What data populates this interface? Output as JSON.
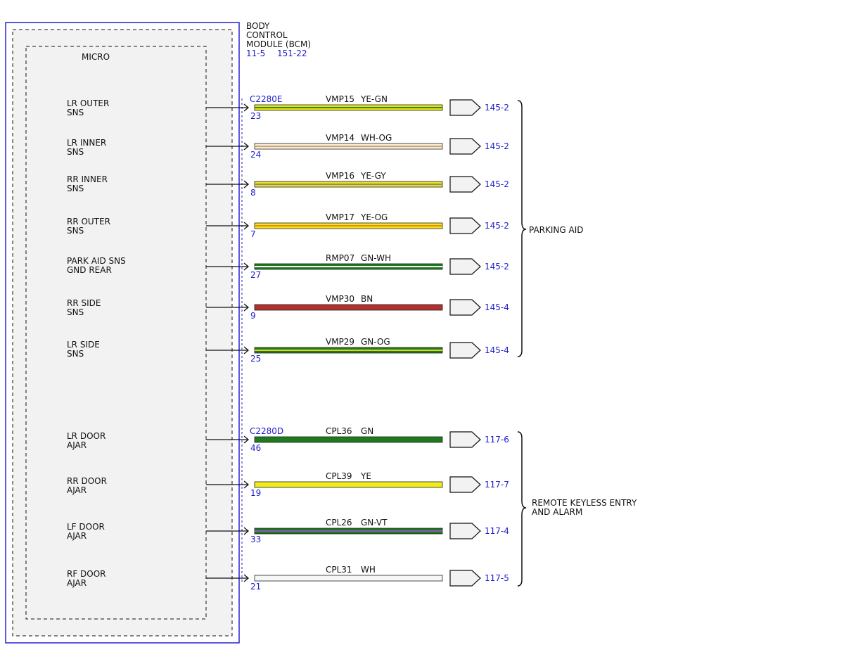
{
  "module": {
    "title_lines": [
      "BODY",
      "CONTROL",
      "MODULE (BCM)"
    ],
    "ref_a": "11-5",
    "ref_b": "151-22",
    "inner_label": "MICRO"
  },
  "colors": {
    "module_border": "#2424d6",
    "ref_text": "#1c1ccc",
    "panel_fill": "#f2f2f2"
  },
  "wires": [
    {
      "label_lines": [
        "LR OUTER",
        "SNS"
      ],
      "connector": "C2280E",
      "pin": "23",
      "circuit": "VMP15",
      "color_code": "YE-GN",
      "color_main": "#e6e21a",
      "color_stripe": "#3a8a1a",
      "ref": "145-2"
    },
    {
      "label_lines": [
        "LR INNER",
        "SNS"
      ],
      "connector": "",
      "pin": "24",
      "circuit": "VMP14",
      "color_code": "WH-OG",
      "color_main": "#f4efe3",
      "color_stripe": "#d8a060",
      "ref": "145-2"
    },
    {
      "label_lines": [
        "RR INNER",
        "SNS"
      ],
      "connector": "",
      "pin": "8",
      "circuit": "VMP16",
      "color_code": "YE-GY",
      "color_main": "#e9e21a",
      "color_stripe": "#8a8a8a",
      "ref": "145-2"
    },
    {
      "label_lines": [
        "RR OUTER",
        "SNS"
      ],
      "connector": "",
      "pin": "7",
      "circuit": "VMP17",
      "color_code": "YE-OG",
      "color_main": "#f2e51a",
      "color_stripe": "#e58a1a",
      "ref": "145-2"
    },
    {
      "label_lines": [
        "PARK AID SNS",
        "GND REAR"
      ],
      "connector": "",
      "pin": "27",
      "circuit": "RMP07",
      "color_code": "GN-WH",
      "color_main": "#1e7a1e",
      "color_stripe": "#f4f4f4",
      "ref": "145-2"
    },
    {
      "label_lines": [
        "RR SIDE",
        "SNS"
      ],
      "connector": "",
      "pin": "9",
      "circuit": "VMP30",
      "color_code": "BN",
      "color_main": "#b23030",
      "color_stripe": "",
      "ref": "145-4"
    },
    {
      "label_lines": [
        "LR SIDE",
        "SNS"
      ],
      "connector": "",
      "pin": "25",
      "circuit": "VMP29",
      "color_code": "GN-OG",
      "color_main": "#1e7a1e",
      "color_stripe": "#e8d01a",
      "ref": "145-4"
    },
    {
      "label_lines": [
        "LR DOOR",
        "AJAR"
      ],
      "connector": "C2280D",
      "pin": "46",
      "circuit": "CPL36",
      "color_code": "GN",
      "color_main": "#1e7a1e",
      "color_stripe": "",
      "ref": "117-6"
    },
    {
      "label_lines": [
        "RR DOOR",
        "AJAR"
      ],
      "connector": "",
      "pin": "19",
      "circuit": "CPL39",
      "color_code": "YE",
      "color_main": "#f0ec1a",
      "color_stripe": "",
      "ref": "117-7"
    },
    {
      "label_lines": [
        "LF DOOR",
        "AJAR"
      ],
      "connector": "",
      "pin": "33",
      "circuit": "CPL26",
      "color_code": "GN-VT",
      "color_main": "#1e7a1e",
      "color_stripe": "#8a5ab8",
      "ref": "117-4"
    },
    {
      "label_lines": [
        "RF DOOR",
        "AJAR"
      ],
      "connector": "",
      "pin": "21",
      "circuit": "CPL31",
      "color_code": "WH",
      "color_main": "#f7f7f7",
      "color_stripe": "",
      "ref": "117-5"
    }
  ],
  "groups": [
    {
      "label_lines": [
        "PARKING AID"
      ]
    },
    {
      "label_lines": [
        "REMOTE KEYLESS ENTRY",
        "AND ALARM"
      ]
    }
  ]
}
